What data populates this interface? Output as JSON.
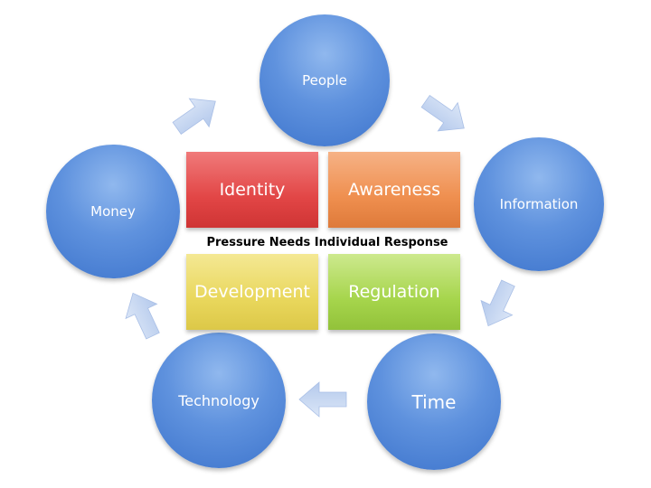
{
  "title": "Pressure Needs Individual Response",
  "cycle_nodes": [
    {
      "label": "People"
    },
    {
      "label": "Information"
    },
    {
      "label": "Time"
    },
    {
      "label": "Technology"
    },
    {
      "label": "Money"
    }
  ],
  "center_boxes": [
    {
      "label": "Identity",
      "color": "#e24646"
    },
    {
      "label": "Awareness",
      "color": "#ef8f4f"
    },
    {
      "label": "Development",
      "color": "#e9d75c"
    },
    {
      "label": "Regulation",
      "color": "#a6d54c"
    }
  ],
  "colors": {
    "node_fill": "#5f92de",
    "arrow_fill": "#c3d5f2"
  }
}
